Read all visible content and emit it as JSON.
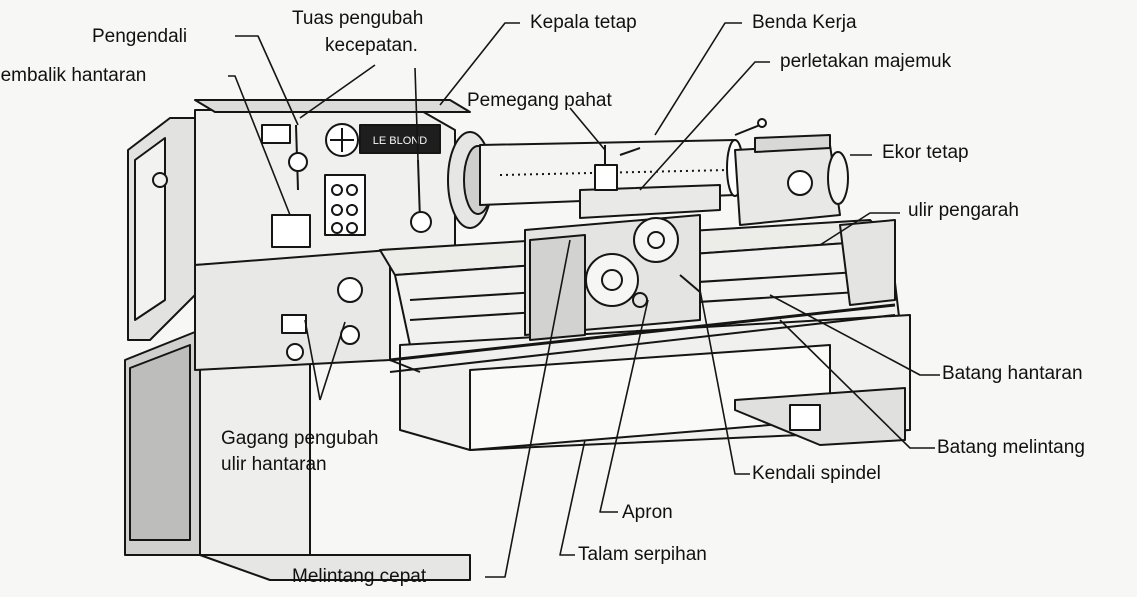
{
  "diagram": {
    "ink_color": "#151515",
    "paper_color": "#f7f7f5",
    "plate_text": "LE BLOND",
    "labels": {
      "pengendali": "Pengendali",
      "tuas_pengubah_1": "Tuas pengubah",
      "tuas_pengubah_2": "kecepatan.",
      "kepala_tetap": "Kepala tetap",
      "benda_kerja": "Benda Kerja",
      "pembalik_hantaran": "pembalik hantaran",
      "perletakan_majemuk": "perletakan majemuk",
      "pemegang_pahat": "Pemegang pahat",
      "ekor_tetap": "Ekor tetap",
      "ulir_pengarah": "ulir pengarah",
      "batang_hantaran": "Batang hantaran",
      "batang_melintang": "Batang melintang",
      "kendali_spindel": "Kendali spindel",
      "apron": "Apron",
      "talam_serpihan": "Talam serpihan",
      "melintang_cepat": "Melintang cepat",
      "gagang_pengubah_1": "Gagang pengubah",
      "gagang_pengubah_2": "ulir hantaran"
    }
  }
}
